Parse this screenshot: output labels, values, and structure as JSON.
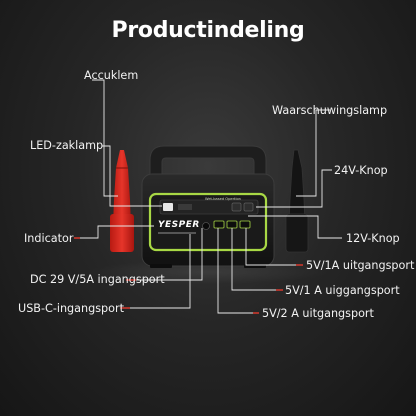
{
  "title": "Productindeling",
  "brand": "YESPER",
  "panel_text": "Wet-based    Opertion",
  "labels": {
    "acculklem": "Accuklem",
    "waarschuwingslamp": "Waarschuwingslamp",
    "led_zaklamp": "LED-zaklamp",
    "knop_24v": "24V-Knop",
    "indicator": "Indicator",
    "knop_12v": "12V-Knop",
    "uitgang_5v1a_a": "5V/1A uitgangsport",
    "dc_ingang": "DC 29 V/5A ingangsport",
    "uitgang_5v1a_b": "5V/1 A uiggangsport",
    "usbc_ingang": "USB-C-ingangsport",
    "uitgang_5v2a": "5V/2 A uitgangsport"
  },
  "colors": {
    "accent_green": "#a8d845",
    "clamp_red": "#d8261c",
    "pointer_red": "#e23a2e",
    "body_dark": "#1c1c1c"
  }
}
